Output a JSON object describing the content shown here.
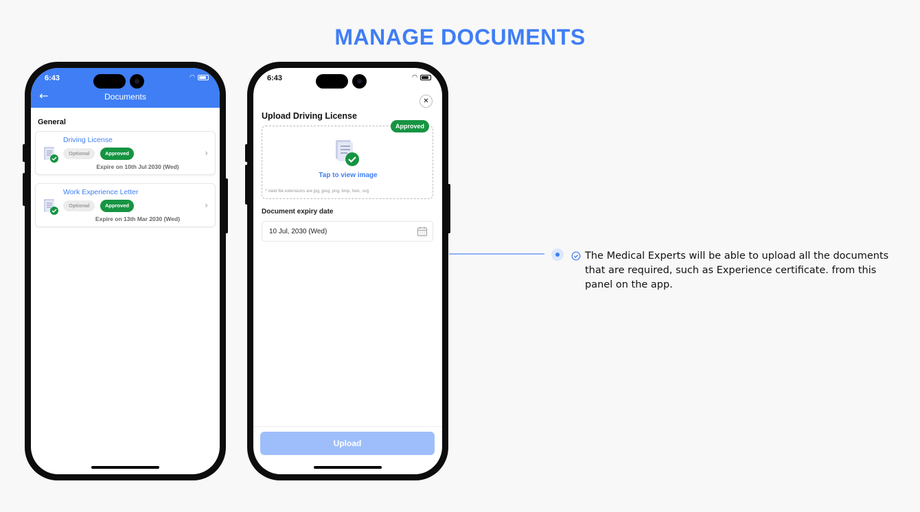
{
  "page": {
    "title": "MANAGE DOCUMENTS"
  },
  "phone1": {
    "time": "6:43",
    "header_title": "Documents",
    "back_icon": "←",
    "section": "General",
    "documents": [
      {
        "name": "Driving License",
        "optional": "Optional",
        "status": "Approved",
        "expiry": "Expire on 10th Jul 2030 (Wed)"
      },
      {
        "name": "Work Experience Letter",
        "optional": "Optional",
        "status": "Approved",
        "expiry": "Expire on 13th Mar 2030 (Wed)"
      }
    ]
  },
  "phone2": {
    "time": "6:43",
    "close_icon": "✕",
    "title": "Upload Driving License",
    "approved": "Approved",
    "tap_text": "Tap to view image",
    "hint": "* Valid file extensions are jpg, jpeg, png, bmp, heic, svg",
    "expiry_label": "Document expiry date",
    "expiry_value": "10 Jul, 2030 (Wed)",
    "upload_label": "Upload"
  },
  "callout": {
    "text": "The Medical Experts will be able to upload all the documents that are required, such as Experience certificate. from this panel on the app."
  },
  "colors": {
    "accent": "#3f7ef5",
    "approved": "#169442",
    "upload_disabled": "#9ebefb"
  }
}
